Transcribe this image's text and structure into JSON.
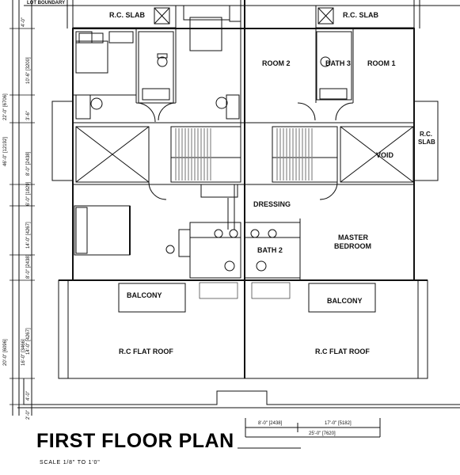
{
  "drawing": {
    "title": "FIRST FLOOR PLAN",
    "scale": "SCALE 1/8\" TO 1'0\"",
    "lot_boundary": "LOT BOUNDARY"
  },
  "rooms": {
    "rc_slab_left": "R.C. SLAB",
    "rc_slab_right": "R.C. SLAB",
    "room_2": "ROOM 2",
    "bath_3": "BATH 3",
    "room_1": "ROOM 1",
    "rc_slab_side_1": "R.C.",
    "rc_slab_side_2": "SLAB",
    "void": "VOID",
    "dressing": "DRESSING",
    "master_bedroom_1": "MASTER",
    "master_bedroom_2": "BEDROOM",
    "bath_2": "BATH 2",
    "balcony_left": "BALCONY",
    "balcony_right": "BALCONY",
    "flat_roof_left": "R.C FLAT ROOF",
    "flat_roof_right": "R.C FLAT ROOF"
  },
  "vertical_dims": {
    "overall": "46'-0\" [12192]",
    "d1": "4'-0\"",
    "d2": "10'-6\" [3200]",
    "d3": "22'-0\" [6706]",
    "d4": "3'-6\"",
    "d5": "8'-0\" [2438]",
    "d6": "6'-0\" [1829]",
    "d7": "14'-0\" [4267]",
    "d8": "8'-0\" [2438]",
    "d9": "20'-0\" [6096]",
    "d10": "16'-0\" [3466]",
    "d11": "14'-0\" [4267]",
    "d12": "4'-0\"",
    "d13": "2'-0\""
  },
  "horizontal_dims": {
    "h1": "8'-0\" [2438]",
    "h2": "17'-0\" [5182]",
    "h3": "25'-0\" [7620]"
  }
}
